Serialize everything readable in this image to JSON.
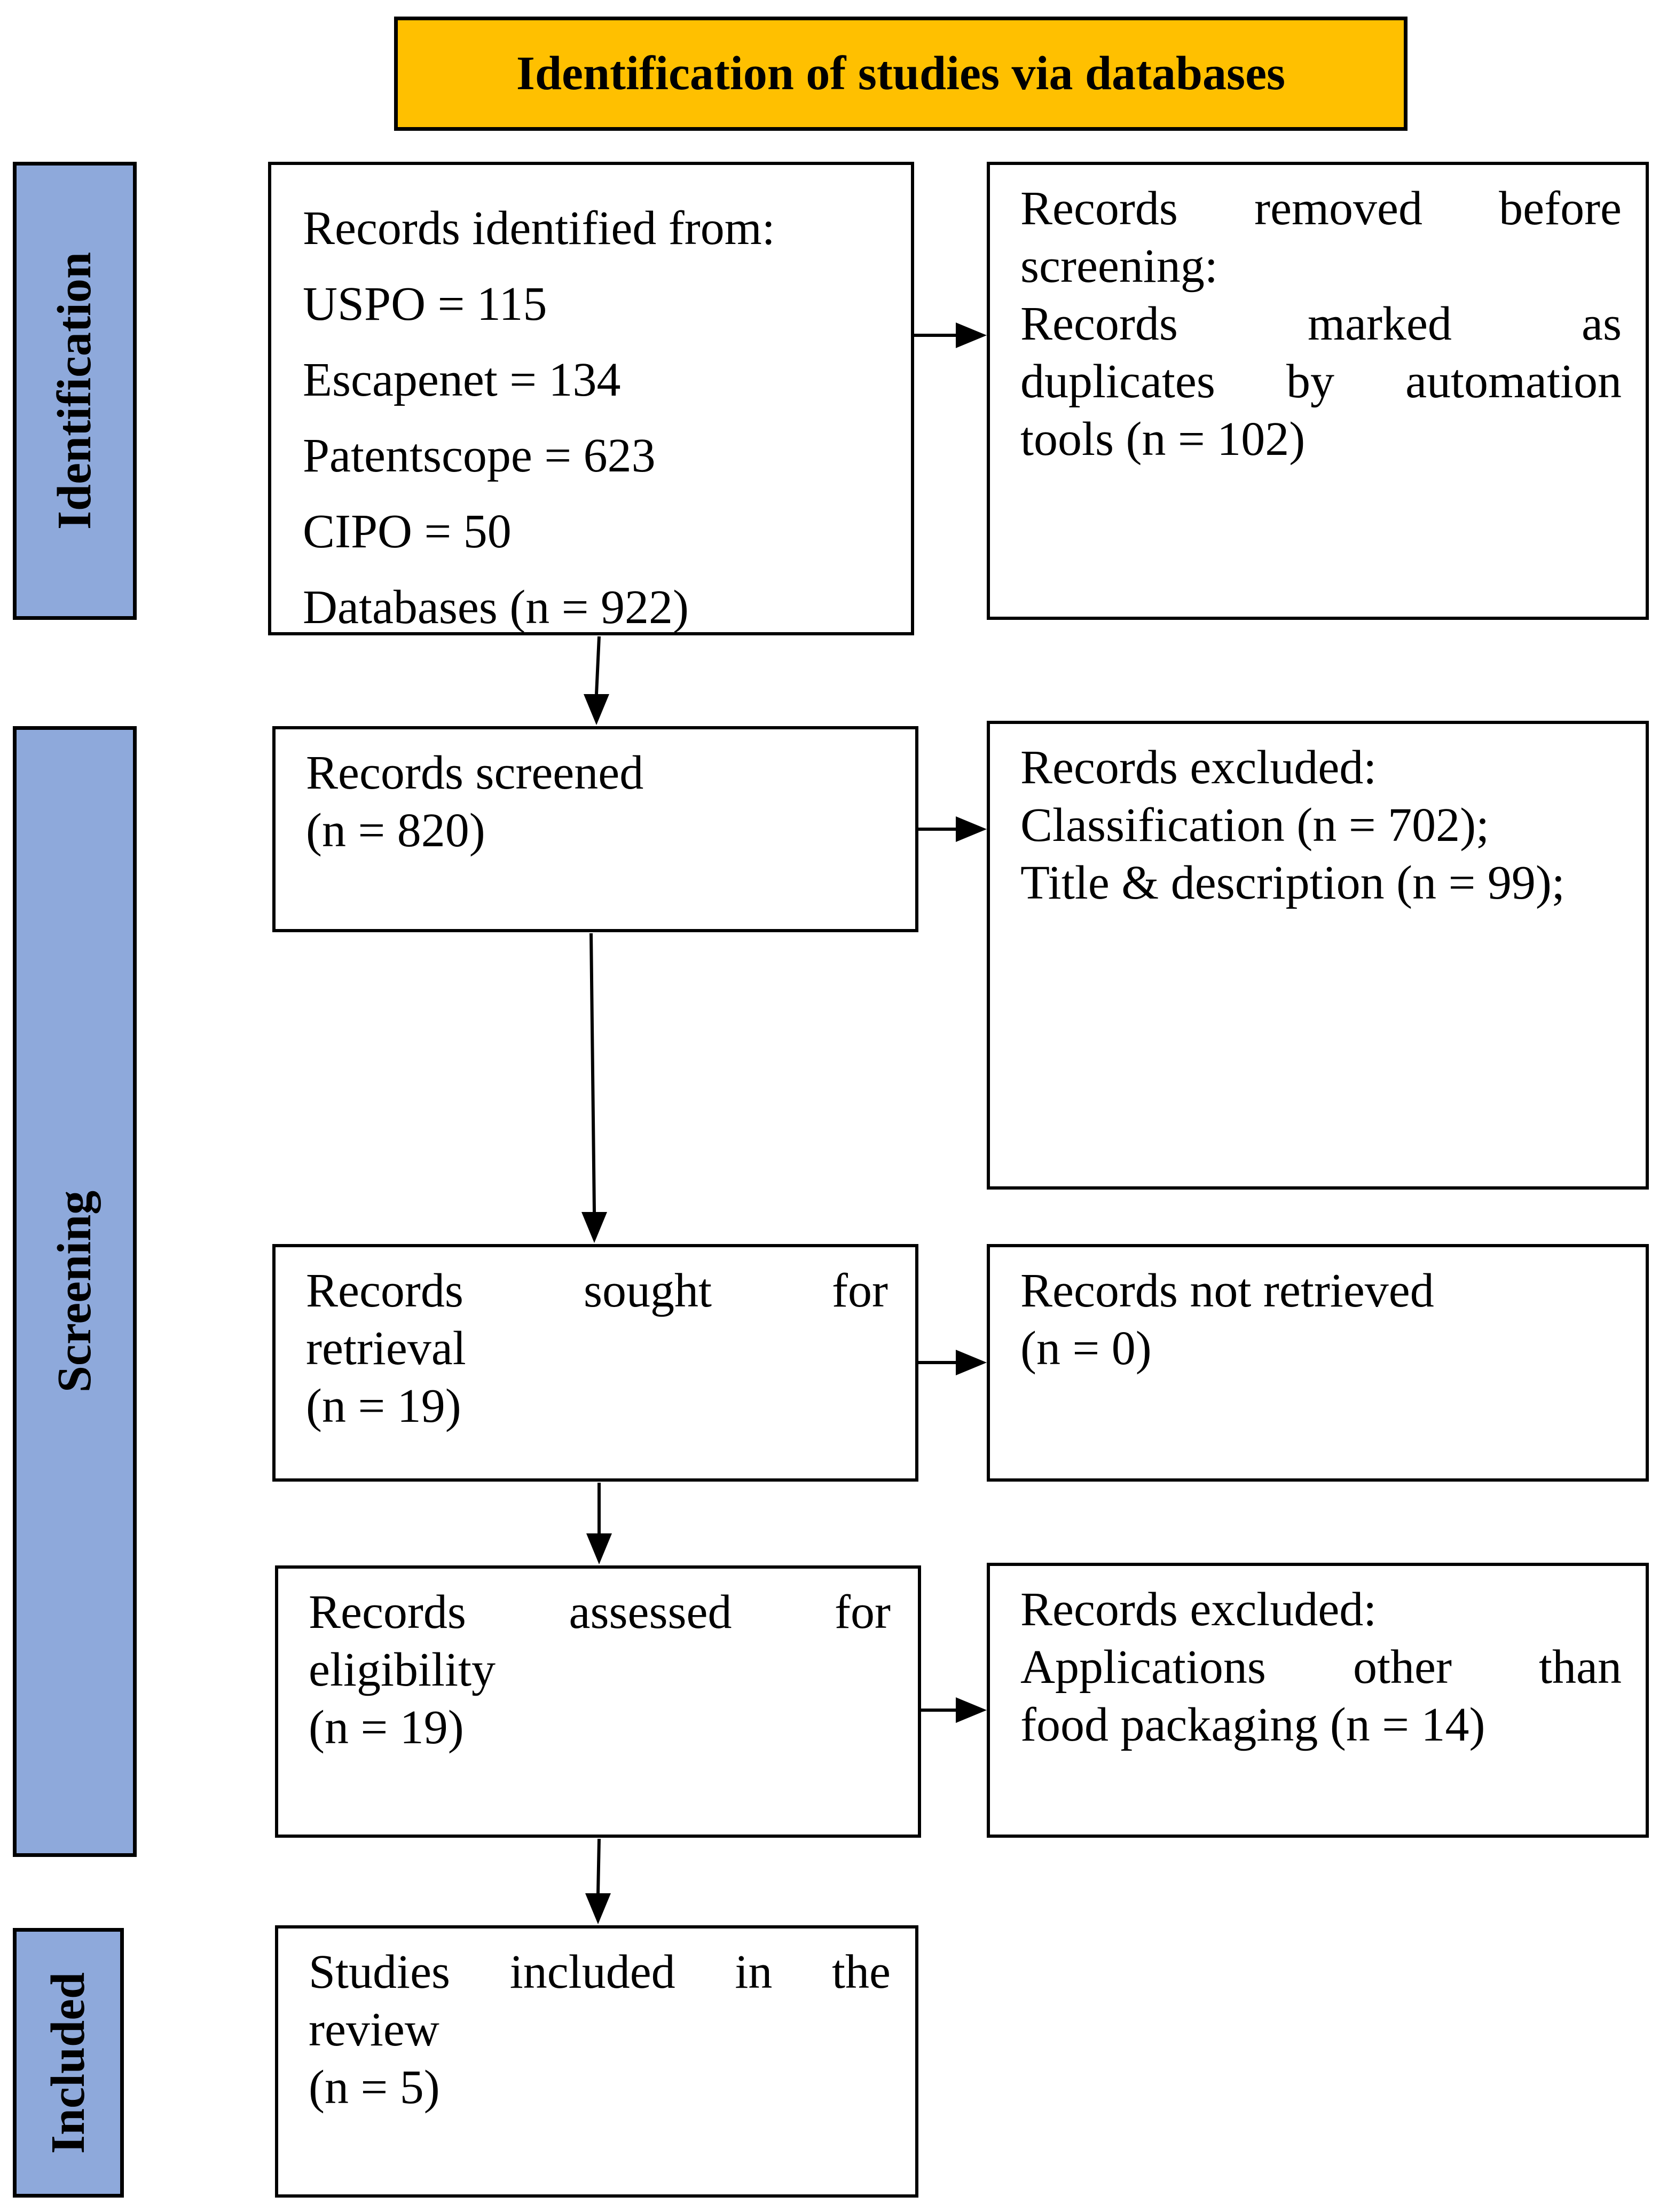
{
  "header": {
    "title": "Identification of studies via databases"
  },
  "phases": {
    "identification": "Identification",
    "screening": "Screening",
    "included": "Included"
  },
  "boxes": {
    "records_identified": {
      "lines": [
        "Records identified from:",
        "USPO = 115",
        "Escapenet = 134",
        "Patentscope = 623",
        "CIPO = 50",
        "Databases (n = 922)"
      ]
    },
    "records_removed": {
      "lines": [
        "Records removed before",
        "screening:",
        "Records marked as",
        "duplicates by automation",
        "tools (n = 102)"
      ]
    },
    "records_screened": {
      "lines": [
        "Records screened",
        "(n = 820)"
      ]
    },
    "records_excluded_1": {
      "lines": [
        "Records excluded:",
        "Classification (n = 702);",
        "Title & description (n = 99);"
      ]
    },
    "records_sought": {
      "lines": [
        "Records sought for",
        "retrieval",
        "(n = 19)"
      ]
    },
    "records_not_retrieved": {
      "lines": [
        "Records not retrieved",
        "(n = 0)"
      ]
    },
    "records_assessed": {
      "lines": [
        "Records assessed for",
        "eligibility",
        "(n = 19)"
      ]
    },
    "records_excluded_2": {
      "lines": [
        "Records excluded:",
        "Applications other than",
        "food packaging (n = 14)"
      ]
    },
    "studies_included": {
      "lines": [
        "Studies included in the",
        "review",
        "(n = 5)"
      ]
    }
  },
  "colors": {
    "header_fill": "#FFC000",
    "phase_fill": "#8EA9DB",
    "border": "#000000"
  }
}
